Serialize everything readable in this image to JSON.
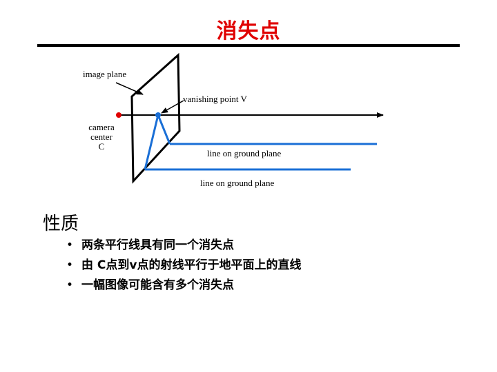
{
  "slide": {
    "title": "消失点",
    "section_heading": "性质",
    "bullets": [
      "两条平行线具有同一个消失点",
      "由 C点到v点的射线平行于地平面上的直线",
      "一幅图像可能含有多个消失点"
    ]
  },
  "diagram": {
    "labels": {
      "image_plane": "image plane",
      "vanishing_point": "vanishing point V",
      "camera_center": [
        "camera",
        "center",
        "C"
      ],
      "line_upper": "line on ground plane",
      "line_lower": "line on ground plane"
    },
    "colors": {
      "title": "#e00000",
      "ground_lines": "#1a6fd6",
      "camera_point": "#e00000",
      "plane_outline": "#000000"
    }
  }
}
